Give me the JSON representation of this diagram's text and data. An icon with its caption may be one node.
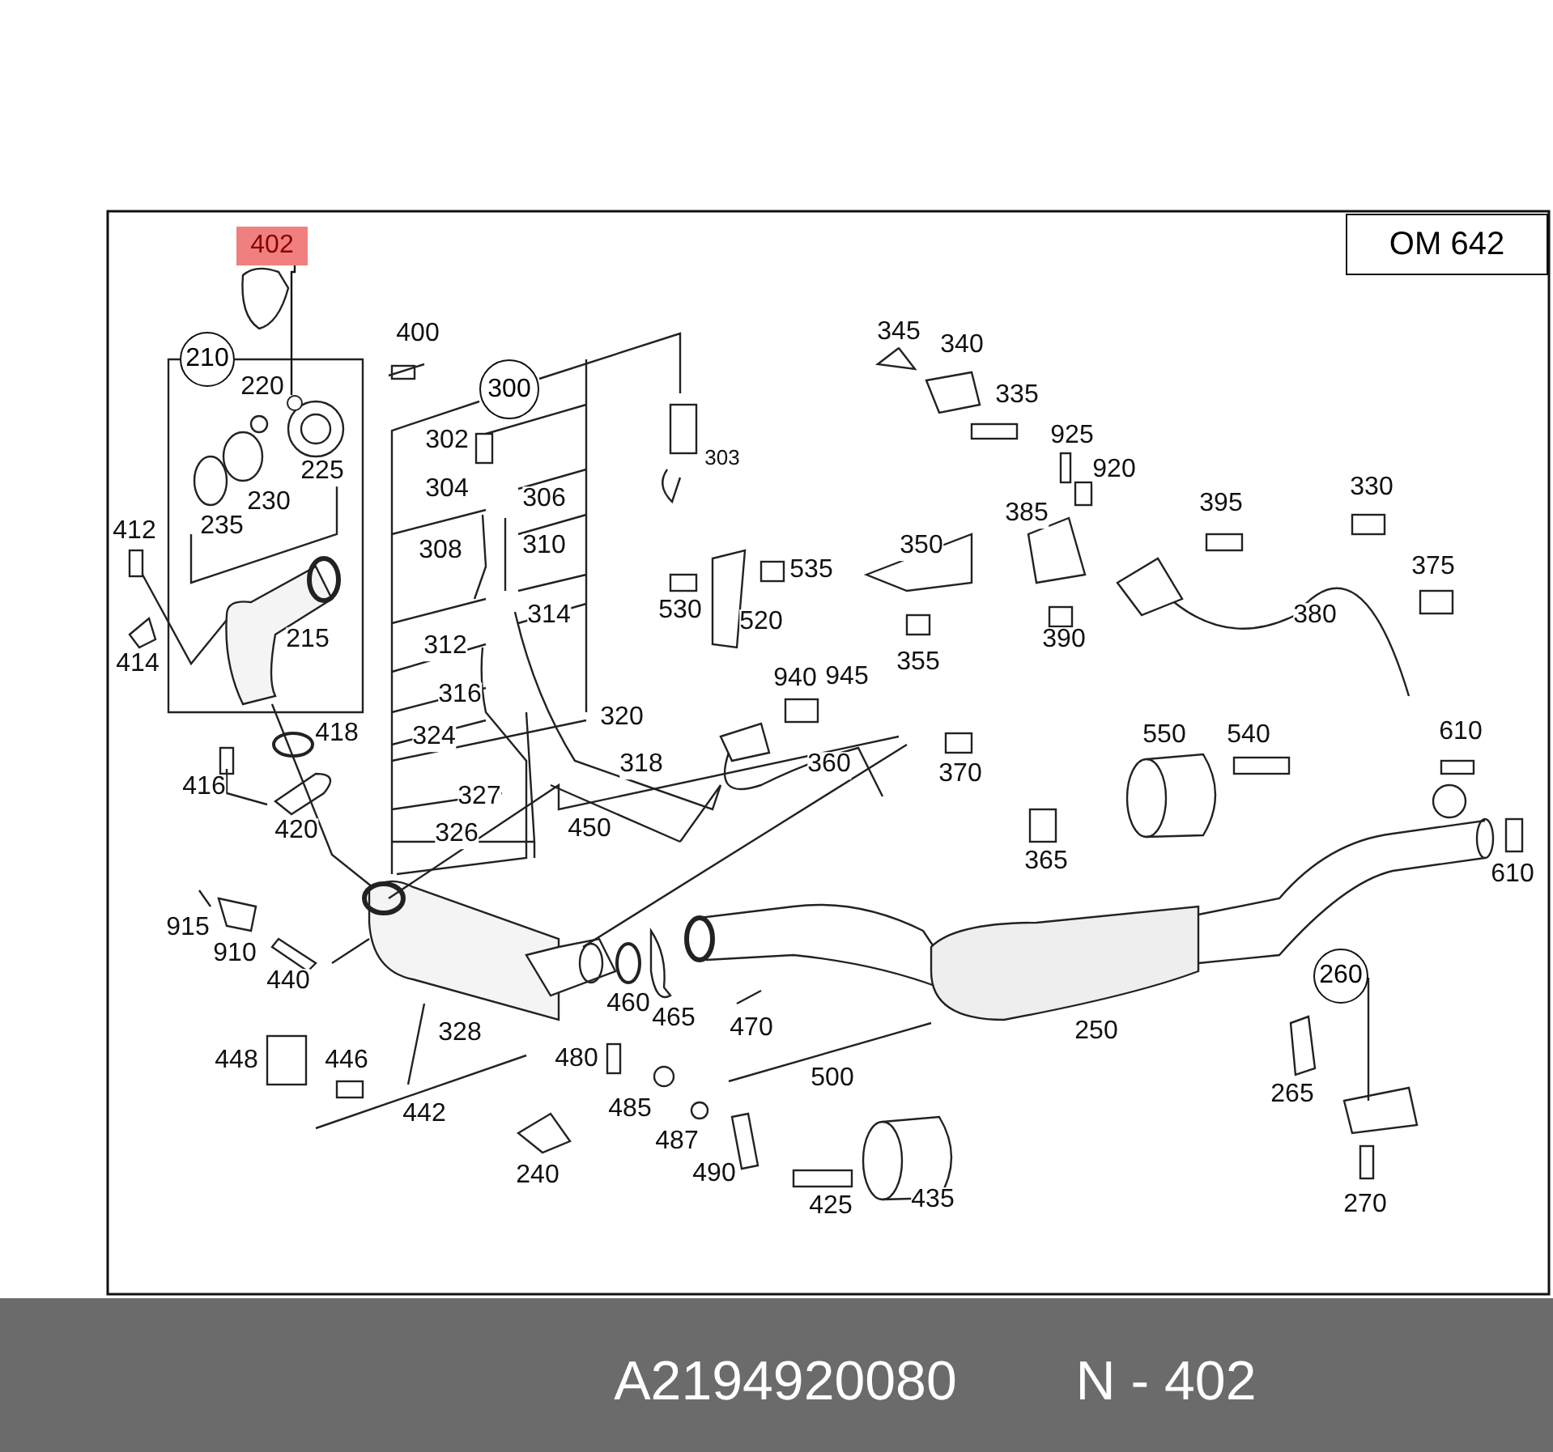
{
  "diagram": {
    "nodes": [
      {
        "text": [
          "OM 642"
        ]
      },
      {
        "text": [
          "402"
        ]
      },
      {
        "text": [],
        "shape": "circle"
      },
      {
        "text": [
          "210"
        ]
      },
      {
        "text": [
          "300"
        ]
      },
      {
        "text": [
          "260"
        ]
      }
    ],
    "edges": [
      {
        "from": 1,
        "to": 2,
        "arrow": "none"
      }
    ],
    "labels": [
      "400",
      "220",
      "225",
      "230",
      "412",
      "235",
      "414",
      "215",
      "418",
      "416",
      "420",
      "302",
      "304",
      "306",
      "308",
      "310",
      "312",
      "314",
      "316",
      "303",
      "320",
      "318",
      "324",
      "327",
      "326",
      "450",
      "345",
      "340",
      "335",
      "925",
      "920",
      "385",
      "395",
      "330",
      "375",
      "380",
      "350",
      "535",
      "530",
      "520",
      "355",
      "390",
      "940",
      "945",
      "360",
      "370",
      "550",
      "540",
      "610",
      "610",
      "365",
      "915",
      "910",
      "440",
      "328",
      "460",
      "465",
      "470",
      "250",
      "448",
      "446",
      "480",
      "442",
      "500",
      "485",
      "487",
      "240",
      "490",
      "425",
      "435",
      "265",
      "270",
      "A2194920080",
      "N - 402"
    ]
  }
}
